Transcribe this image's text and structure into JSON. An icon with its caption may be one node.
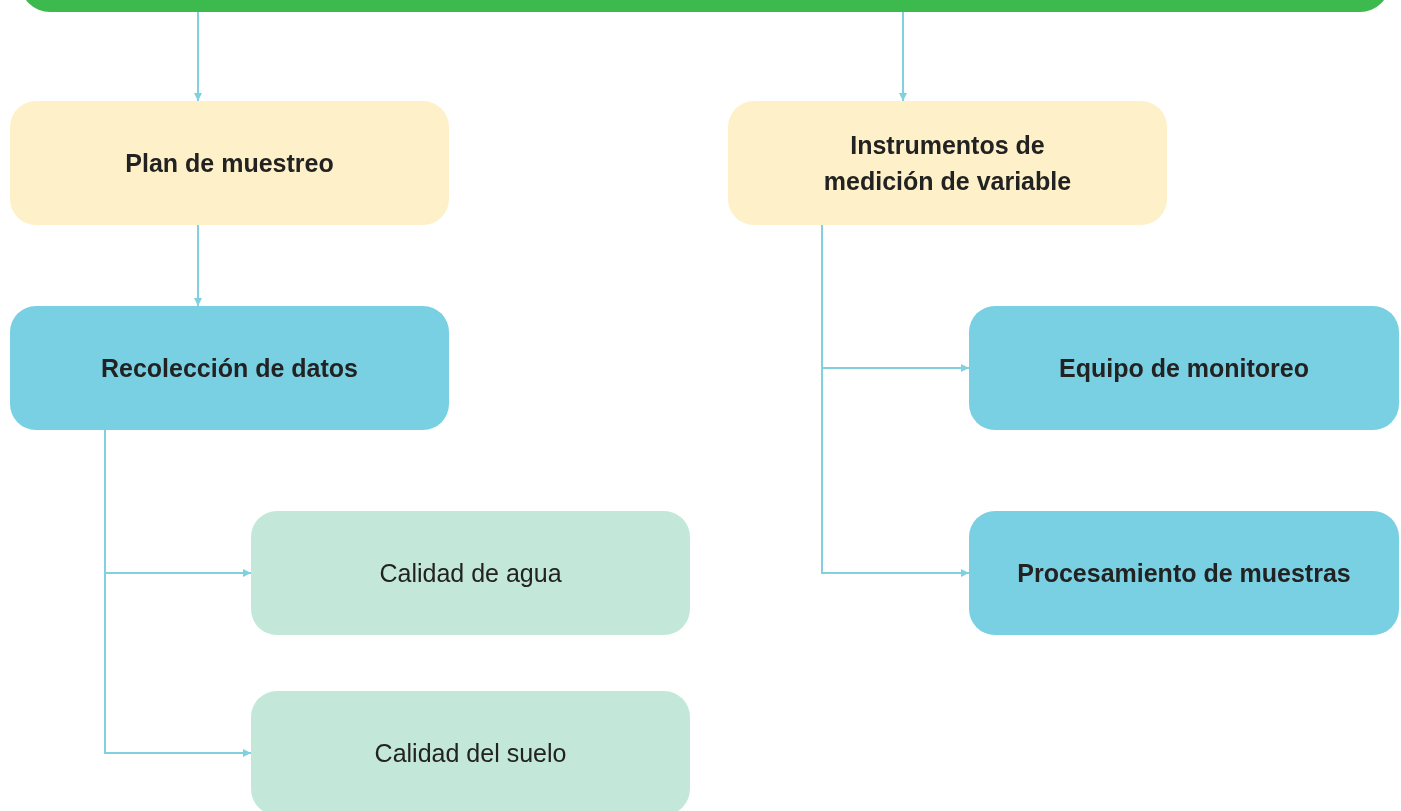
{
  "diagram": {
    "nodes": [
      {
        "text": [],
        "shape": "bar"
      },
      {
        "text": [
          "Plan de muestreo"
        ]
      },
      {
        "text": [
          "Instrumentos de medición de variable"
        ]
      },
      {
        "text": [
          "Recolección de datos"
        ]
      },
      {
        "text": [
          "Equipo de monitoreo"
        ]
      },
      {
        "text": [
          "Calidad de agua"
        ]
      },
      {
        "text": [
          "Procesamiento de muestras"
        ]
      },
      {
        "text": [
          "Calidad del suelo"
        ]
      }
    ],
    "edges": [
      {
        "from": 0,
        "to": 1,
        "arrow": "to"
      },
      {
        "from": 0,
        "to": 2,
        "arrow": "to"
      },
      {
        "from": 1,
        "to": 3,
        "arrow": "to"
      },
      {
        "from": 3,
        "to": 5,
        "arrow": "to"
      },
      {
        "from": 3,
        "to": 7,
        "arrow": "to"
      },
      {
        "from": 2,
        "to": 4,
        "arrow": "to"
      },
      {
        "from": 2,
        "to": 6,
        "arrow": "to"
      }
    ]
  }
}
